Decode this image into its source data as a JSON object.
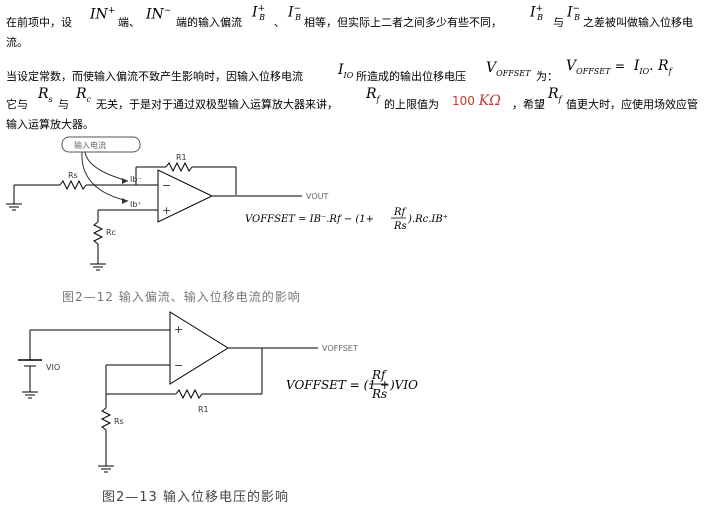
{
  "text": {
    "l1_a": "在前项中，设",
    "l1_in_plus": "IN",
    "l1_b": "端、",
    "l1_in_minus": "IN",
    "l1_c": "端的输入偏流",
    "l1_ib_plus": "I",
    "l1_d": "、",
    "l1_ib_minus": "I",
    "l1_e": "相等，但实际上二者之间多少有些不同，",
    "l1_ib_plus2": "I",
    "l1_f": "与",
    "l1_ib_minus2": "I",
    "l1_g": "之差被叫做输入位移电",
    "l2": "流。",
    "l3_a": "当设定常数，而使输入偏流不致产生影响时，因输入位移电流",
    "l3_iio": "I",
    "l3_b": "所造成的输出位移电压",
    "l3_voffset": "V",
    "l3_c": "为：",
    "l3_eq_v": "V",
    "l3_eq_eq": "=",
    "l3_eq_i": "I",
    "l3_eq_dot": ".",
    "l3_eq_r": "R",
    "l4_a": "它与",
    "l4_rs": "R",
    "l4_b": "与",
    "l4_rc": "R",
    "l4_c": "无关，于是对于通过双极型输入运算放大器来讲，",
    "l4_rf": "R",
    "l4_d": "的上限值为",
    "l4_val": "100",
    "l4_unit": "KΩ",
    "l4_e": "，希望",
    "l4_rf2": "R",
    "l4_f": "值更大时，应使用场效应管",
    "l5": "输入运算放大器。"
  },
  "subs": {
    "plus": "+",
    "minus": "−",
    "b": "B",
    "io": "IO",
    "offset": "OFFSET",
    "s": "s",
    "c": "c",
    "f": "f"
  },
  "fig1": {
    "callout": "输入电流",
    "r1": "R1",
    "rs": "Rs",
    "rc": "Rc",
    "ib_minus": "Ib⁻",
    "ib_plus": "Ib⁺",
    "minus": "−",
    "plus": "+",
    "vout": "VOUT",
    "eq_left": "VOFFSET = IB⁻.Rf − (1+",
    "eq_num": "Rf",
    "eq_den": "Rs",
    "eq_right": ").Rc.IB⁺",
    "caption": "图2—12   输入偏流、输入位移电流的影响"
  },
  "fig2": {
    "plus": "+",
    "minus": "−",
    "vio": "VIO",
    "voffset": "VOFFSET",
    "r1": "R1",
    "rs": "Rs",
    "eq_left": "VOFFSET = (1 +",
    "eq_num": "Rf",
    "eq_den": "Rs",
    "eq_right": ")VIO",
    "caption": "图2—13   输入位移电压的影响"
  }
}
